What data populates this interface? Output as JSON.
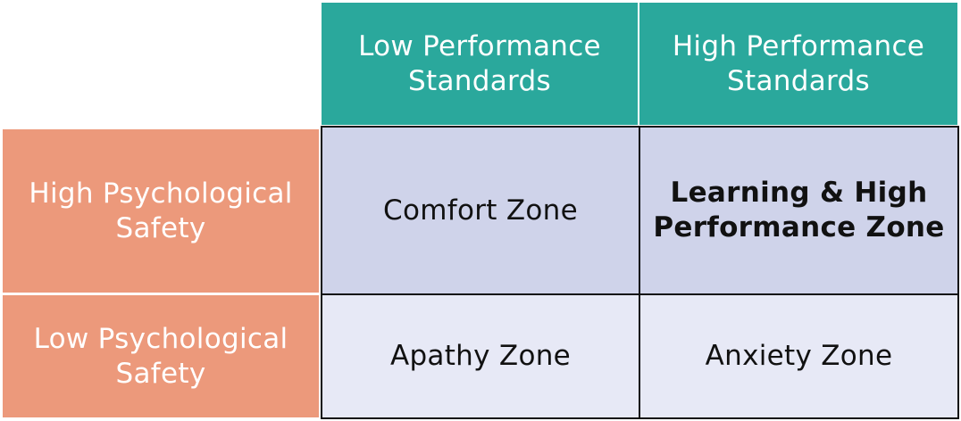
{
  "columns": {
    "low": "Low Performance Standards",
    "high": "High Performance Standards"
  },
  "rows": {
    "high": "High Psychological Safety",
    "low": "Low Psychological Safety"
  },
  "zones": {
    "comfort": "Comfort Zone",
    "learning": "Learning & High Performance Zone",
    "apathy": "Apathy Zone",
    "anxiety": "Anxiety Zone"
  },
  "colors": {
    "header": "#2aa89c",
    "row_label": "#ec997b",
    "zone_top": "#cfd3ea",
    "zone_bottom": "#e7e9f6"
  }
}
